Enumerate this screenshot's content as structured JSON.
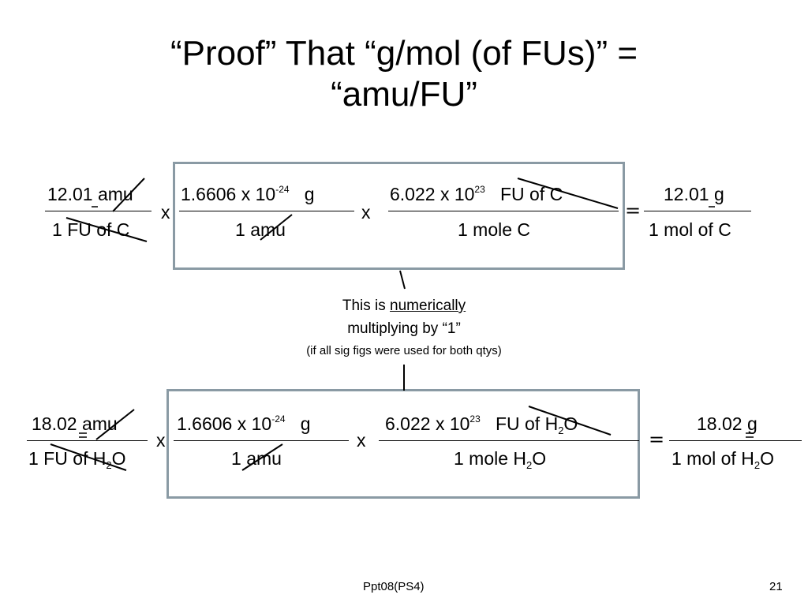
{
  "slide": {
    "title_line1": "“Proof” That “g/mol (of FUs)” =",
    "title_line2": "“amu/FU”",
    "footer_center": "Ppt08(PS4)",
    "footer_page": "21"
  },
  "row1": {
    "f1_num_val": "12.01",
    "f1_num_unit": "amu",
    "f1_den_val": "1",
    "f1_den_unit": "FU of C",
    "times1": "x",
    "f2_num_a": "1.6606 x 10",
    "f2_num_exp": "-24",
    "f2_num_unit": "g",
    "f2_den_val": "1",
    "f2_den_unit": "amu",
    "times2": "x",
    "f3_num_a": "6.022 x 10",
    "f3_num_exp": "23",
    "f3_num_unit": "FU of C",
    "f3_den": "1 mole C",
    "equals": "=",
    "res_num_val": "12.01",
    "res_num_unit": "g",
    "res_den": "1 mol of C"
  },
  "annotation": {
    "line1_prefix": "This is ",
    "line1_emph": "numerically",
    "line2": "multiplying by “1”",
    "line3": "(if all sig figs were used for both qtys)"
  },
  "row2": {
    "f1_num_val": "18.02",
    "f1_num_unit": "amu",
    "f1_den_a": "1 FU of H",
    "f1_den_sub": "2",
    "f1_den_b": "O",
    "times1": "x",
    "f2_num_a": "1.6606 x 10",
    "f2_num_exp": "-24",
    "f2_num_unit": "g",
    "f2_den_val": "1",
    "f2_den_unit": "amu",
    "times2": "x",
    "f3_num_a": "6.022 x 10",
    "f3_num_exp": "23",
    "f3_num_unit_a": "FU of H",
    "f3_num_sub": "2",
    "f3_num_unit_b": "O",
    "f3_den_a": "1 mole H",
    "f3_den_sub": "2",
    "f3_den_b": "O",
    "equals": "=",
    "res_num_val": "18.02",
    "res_num_unit": "g",
    "res_den_a": "1 mol of H",
    "res_den_sub": "2",
    "res_den_b": "O"
  },
  "colors": {
    "box_border": "#8a9aa4",
    "text": "#000000"
  }
}
